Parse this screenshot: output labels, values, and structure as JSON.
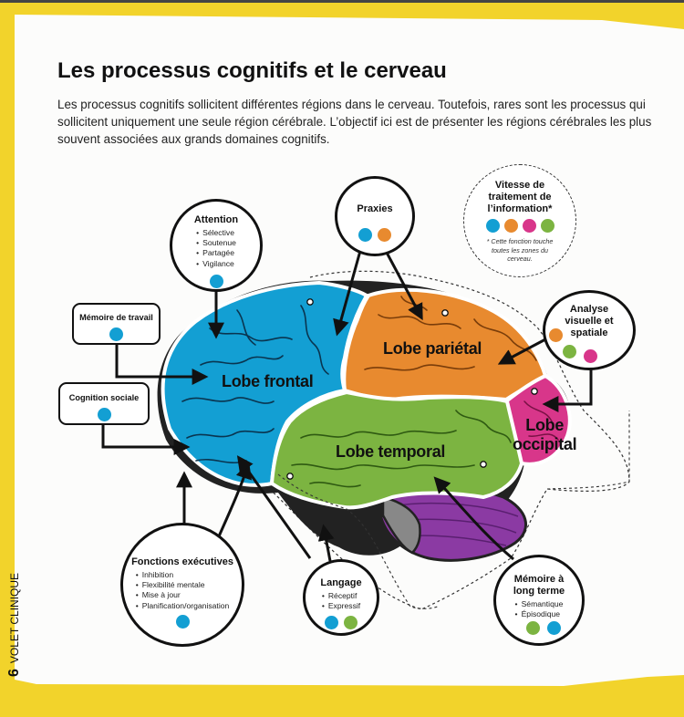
{
  "title": "Les processus cognitifs et le cerveau",
  "intro": "Les processus cognitifs sollicitent différentes régions dans le cerveau. Toutefois, rares sont les processus qui sollicitent uniquement une seule région cérébrale. L’objectif ici est de présenter les régions cérébrales les plus souvent associées aux grands domaines cognitifs.",
  "sidebar": {
    "page_number": "6",
    "section": "VOLET CLINIQUE"
  },
  "colors": {
    "frontal": "#139fd3",
    "parietal": "#e88a2f",
    "temporal": "#7cb441",
    "occipital": "#d8368a",
    "cerebellum": "#8b3aa3",
    "background": "#f2d32b"
  },
  "lobes": {
    "frontal": "Lobe frontal",
    "parietal": "Lobe pariétal",
    "temporal": "Lobe temporal",
    "occipital_line1": "Lobe",
    "occipital_line2": "occipital"
  },
  "functions": {
    "attention": {
      "title": "Attention",
      "items": [
        "Sélective",
        "Soutenue",
        "Partagée",
        "Vigilance"
      ],
      "dots": [
        "frontal-blue"
      ]
    },
    "praxies": {
      "title": "Praxies",
      "dots": [
        "frontal-blue",
        "parietal-orange"
      ]
    },
    "vitesse": {
      "title_line1": "Vitesse de",
      "title_line2": "traitement de",
      "title_line3": "l’information*",
      "note_line1": "* Cette fonction touche",
      "note_line2": "toutes les zones du",
      "note_line3": "cerveau.",
      "dots": [
        "frontal-blue",
        "parietal-orange",
        "occipital-pink",
        "temporal-green"
      ]
    },
    "analyse": {
      "title_line1": "Analyse",
      "title_line2": "visuelle et",
      "title_line3": "spatiale",
      "dots": [
        "parietal-orange",
        "temporal-green",
        "occipital-pink"
      ]
    },
    "memoire_travail": {
      "title": "Mémoire de travail",
      "dots": [
        "frontal-blue"
      ]
    },
    "cognition_sociale": {
      "title": "Cognition sociale",
      "dots": [
        "frontal-blue"
      ]
    },
    "fonctions_executives": {
      "title": "Fonctions exécutives",
      "items": [
        "Inhibition",
        "Flexibilité mentale",
        "Mise à jour",
        "Planification/organisation"
      ],
      "dots": [
        "frontal-blue"
      ]
    },
    "langage": {
      "title": "Langage",
      "items": [
        "Réceptif",
        "Expressif"
      ],
      "dots": [
        "frontal-blue",
        "temporal-green"
      ]
    },
    "memoire_long": {
      "title_line1": "Mémoire à",
      "title_line2": "long terme",
      "items": [
        "Sémantique",
        "Épisodique"
      ],
      "dots": [
        "temporal-green",
        "frontal-blue"
      ]
    }
  }
}
